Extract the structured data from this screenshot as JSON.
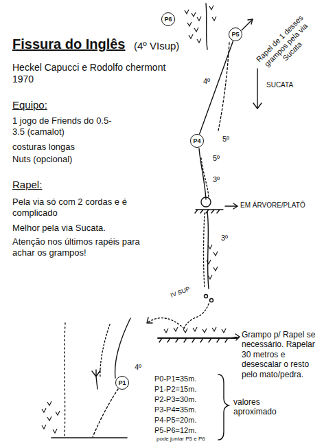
{
  "diagram": {
    "title": "Fissura do Inglês",
    "nodes": [
      {
        "text": [
          "P6"
        ]
      },
      {
        "text": [
          "P5"
        ]
      },
      {
        "text": [
          "P4"
        ]
      },
      {
        "text": [
          "P1"
        ]
      }
    ],
    "edges": [
      {
        "from": 2,
        "to": 1,
        "arrow": "none"
      }
    ],
    "labels": [
      "(4º VIsup)",
      "Heckel Capucci e Rodolfo chermont 1970",
      "Equipo:",
      "1 jogo de Friends do 0.5-3.5 (camalot)",
      "costuras longas",
      "Nuts (opcional)",
      "Rapel:",
      "Pela via só com 2 cordas e é complicado",
      "Melhor pela via Sucata.",
      "Atenção nos últimos rapéis para achar os grampos!",
      "Rapel de 1 desses grampos pela via Sucata",
      "SUCATA",
      "4º",
      "5º",
      "5º",
      "3º",
      "EM ÁRVORE/PLATÔ",
      "3º",
      "IV SUP",
      "Grampo p/ Rapel se necessário. Rapelar 30 metros e desescalar o resto pelo mato/pedra.",
      "4º",
      "P0-P1=35m.",
      "P1-P2=15m.",
      "P2-P3=30m.",
      "P3-P4=35m.",
      "P4-P5=20m.",
      "P5-P6=12m.",
      "pode juntar P5 e P6",
      "valores aproximado"
    ]
  }
}
